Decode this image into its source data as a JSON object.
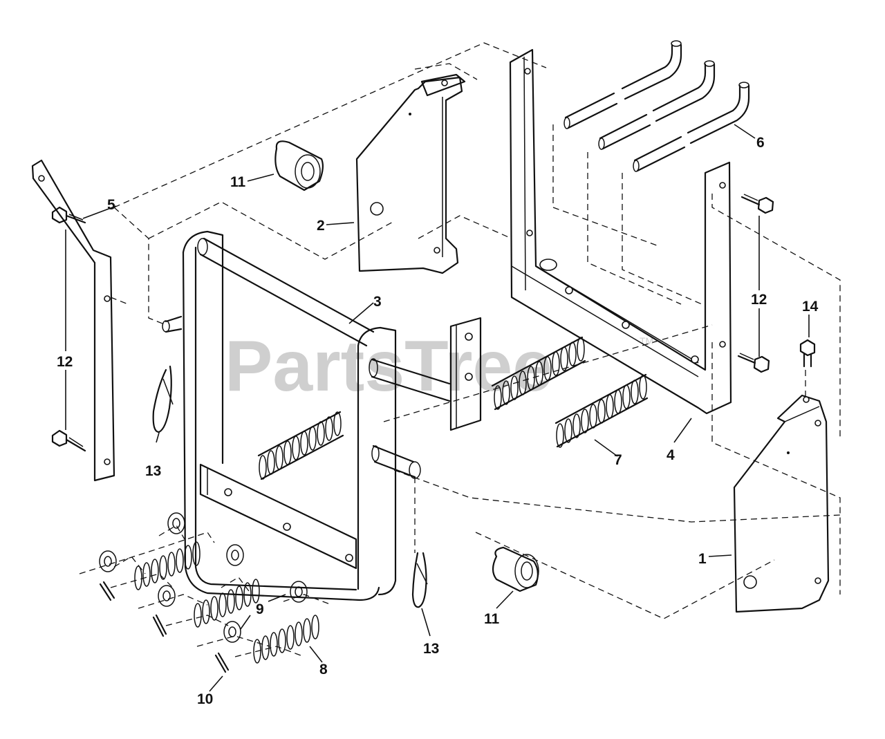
{
  "watermark": {
    "text": "PartsTree",
    "trademark": "TM"
  },
  "callouts": {
    "c1": "1",
    "c2": "2",
    "c3": "3",
    "c4": "4",
    "c5": "5",
    "c6": "6",
    "c7": "7",
    "c8": "8",
    "c9": "9",
    "c10": "10",
    "c11a": "11",
    "c11b": "11",
    "c12a": "12",
    "c12b": "12",
    "c13a": "13",
    "c13b": "13",
    "c14": "14"
  }
}
